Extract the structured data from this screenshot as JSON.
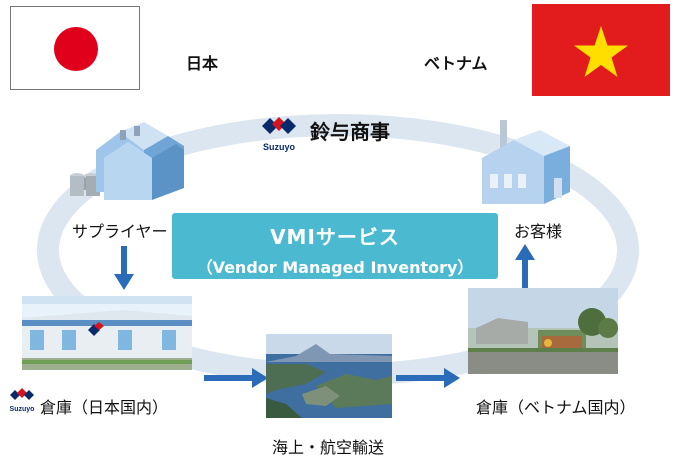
{
  "countries": {
    "japan_label": "日本",
    "vietnam_label": "ベトナム"
  },
  "company": {
    "name": "鈴与商事",
    "logo_text": "Suzuyo"
  },
  "nodes": {
    "supplier": "サプライヤー",
    "customer": "お客様",
    "warehouse_japan": "倉庫（日本国内）",
    "warehouse_vietnam": "倉庫（ベトナム国内）",
    "transport": "海上・航空輸送"
  },
  "service": {
    "title": "VMIサービス",
    "subtitle": "（Vendor Managed Inventory）"
  },
  "colors": {
    "loop": "#dbe6f1",
    "service_box": "#4bbad0",
    "arrow": "#2a6cb8",
    "logo_red": "#d7131d",
    "logo_blue": "#0a2a6b"
  }
}
